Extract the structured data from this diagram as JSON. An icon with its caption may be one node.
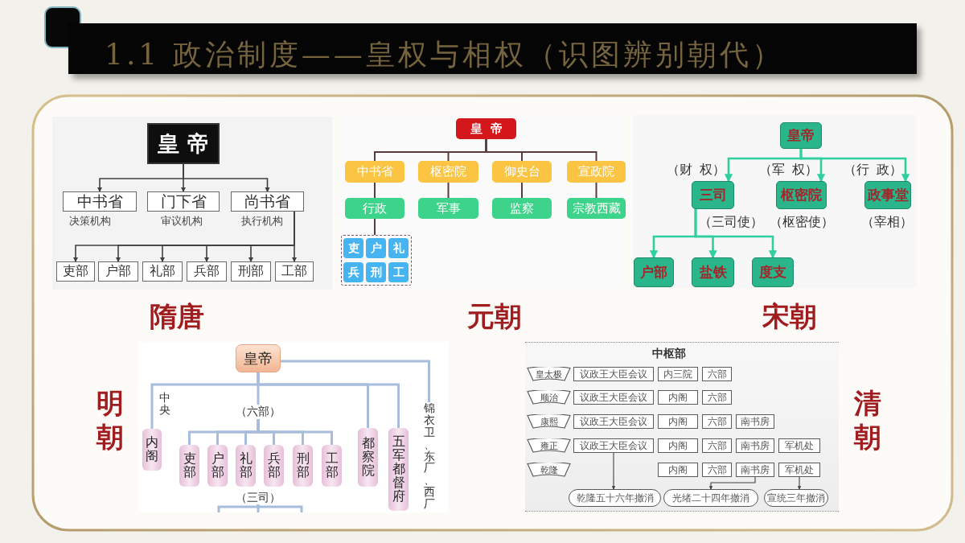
{
  "diagram": {
    "title": "1.1 政治制度——皇权与相权（识图辨别朝代）",
    "nodes": [
      {
        "text": [],
        "shape": "box",
        "beside": [
          "隋唐"
        ]
      },
      {
        "text": [
          "皇帝"
        ],
        "in": 0
      },
      {
        "text": [
          "中书省"
        ],
        "in": 0,
        "beside": [
          "决策机构"
        ]
      },
      {
        "text": [
          "门下省"
        ],
        "in": 0,
        "beside": [
          "审议机构"
        ]
      },
      {
        "text": [
          "尚书省"
        ],
        "in": 0,
        "beside": [
          "执行机构"
        ]
      },
      {
        "text": [
          "吏部"
        ],
        "in": 0
      },
      {
        "text": [
          "户部"
        ],
        "in": 0
      },
      {
        "text": [
          "礼部"
        ],
        "in": 0
      },
      {
        "text": [
          "兵部"
        ],
        "in": 0
      },
      {
        "text": [
          "刑部"
        ],
        "in": 0
      },
      {
        "text": [
          "工部"
        ],
        "in": 0
      },
      {
        "text": [],
        "shape": "box",
        "beside": [
          "元朝"
        ]
      },
      {
        "text": [
          "皇帝"
        ],
        "in": 11
      },
      {
        "text": [
          "中书省"
        ],
        "in": 11
      },
      {
        "text": [
          "枢密院"
        ],
        "in": 11
      },
      {
        "text": [
          "御史台"
        ],
        "in": 11
      },
      {
        "text": [
          "宣政院"
        ],
        "in": 11
      },
      {
        "text": [
          "行政"
        ],
        "in": 11
      },
      {
        "text": [
          "军事"
        ],
        "in": 11
      },
      {
        "text": [
          "监察"
        ],
        "in": 11
      },
      {
        "text": [
          "宗教西藏"
        ],
        "in": 11
      },
      {
        "text": [],
        "shape": "box",
        "in": 11
      },
      {
        "text": [
          "吏"
        ],
        "in": 21
      },
      {
        "text": [
          "户"
        ],
        "in": 21
      },
      {
        "text": [
          "礼"
        ],
        "in": 21
      },
      {
        "text": [
          "兵"
        ],
        "in": 21
      },
      {
        "text": [
          "刑"
        ],
        "in": 21
      },
      {
        "text": [
          "工"
        ],
        "in": 21
      },
      {
        "text": [],
        "shape": "box",
        "beside": [
          "宋朝"
        ]
      },
      {
        "text": [
          "皇帝"
        ],
        "in": 28
      },
      {
        "text": [
          "三司"
        ],
        "in": 28,
        "beside": [
          "（财 权）",
          "（三司使）"
        ]
      },
      {
        "text": [
          "枢密院"
        ],
        "in": 28,
        "beside": [
          "（军 权）",
          "（枢密使）"
        ]
      },
      {
        "text": [
          "政事堂"
        ],
        "in": 28,
        "beside": [
          "（行 政）",
          "（宰相）"
        ]
      },
      {
        "text": [
          "户部"
        ],
        "in": 28
      },
      {
        "text": [
          "盐铁"
        ],
        "in": 28
      },
      {
        "text": [
          "度支"
        ],
        "in": 28
      },
      {
        "text": [],
        "shape": "box",
        "beside": [
          "明朝"
        ]
      },
      {
        "text": [
          "皇帝"
        ],
        "in": 36
      },
      {
        "text": [
          "内阁"
        ],
        "in": 36
      },
      {
        "text": [
          "（六部）"
        ],
        "in": 36
      },
      {
        "text": [
          "吏部"
        ],
        "in": 36
      },
      {
        "text": [
          "户部"
        ],
        "in": 36
      },
      {
        "text": [
          "礼部"
        ],
        "in": 36
      },
      {
        "text": [
          "兵部"
        ],
        "in": 36
      },
      {
        "text": [
          "刑部"
        ],
        "in": 36
      },
      {
        "text": [
          "工部"
        ],
        "in": 36
      },
      {
        "text": [
          "都察院"
        ],
        "in": 36
      },
      {
        "text": [
          "五军都督府"
        ],
        "in": 36
      },
      {
        "text": [
          "锦衣卫、东厂、西厂"
        ],
        "in": 36
      },
      {
        "text": [
          "（三司）"
        ],
        "in": 36
      },
      {
        "text": [],
        "shape": "box",
        "beside": [
          "清朝"
        ]
      },
      {
        "text": [
          "皇太极"
        ],
        "in": 50
      },
      {
        "text": [
          "议政王大臣会议"
        ],
        "in": 50
      },
      {
        "text": [
          "内三院"
        ],
        "in": 50
      },
      {
        "text": [
          "六部"
        ],
        "in": 50
      },
      {
        "text": [
          "顺治"
        ],
        "in": 50
      },
      {
        "text": [
          "议政王大臣会议"
        ],
        "in": 50
      },
      {
        "text": [
          "内阁"
        ],
        "in": 50
      },
      {
        "text": [
          "六部"
        ],
        "in": 50
      },
      {
        "text": [
          "康熙"
        ],
        "in": 50
      },
      {
        "text": [
          "议政王大臣会议"
        ],
        "in": 50
      },
      {
        "text": [
          "内阁"
        ],
        "in": 50
      },
      {
        "text": [
          "六部"
        ],
        "in": 50
      },
      {
        "text": [
          "南书房"
        ],
        "in": 50
      },
      {
        "text": [
          "雍正"
        ],
        "in": 50
      },
      {
        "text": [
          "议政王大臣会议"
        ],
        "in": 50
      },
      {
        "text": [
          "内阁"
        ],
        "in": 50
      },
      {
        "text": [
          "六部"
        ],
        "in": 50
      },
      {
        "text": [
          "南书房"
        ],
        "in": 50
      },
      {
        "text": [
          "军机处"
        ],
        "in": 50
      },
      {
        "text": [
          "乾隆"
        ],
        "in": 50
      },
      {
        "text": [
          "内阁"
        ],
        "in": 50
      },
      {
        "text": [
          "六部"
        ],
        "in": 50
      },
      {
        "text": [
          "南书房"
        ],
        "in": 50
      },
      {
        "text": [
          "军机处"
        ],
        "in": 50
      },
      {
        "text": [
          "乾隆五十六年撤消"
        ],
        "in": 50
      },
      {
        "text": [
          "光绪二十四年撤消"
        ],
        "in": 50
      },
      {
        "text": [
          "宣统三年撤消"
        ],
        "in": 50
      }
    ],
    "edges": [
      {
        "from": 1,
        "to": 2,
        "arrow": "to",
        "color": "#404040"
      },
      {
        "from": 1,
        "to": 3,
        "arrow": "to",
        "color": "#404040"
      },
      {
        "from": 1,
        "to": 4,
        "arrow": "to",
        "color": "#404040"
      },
      {
        "from": 4,
        "to": 5,
        "arrow": "to",
        "color": "#404040"
      },
      {
        "from": 4,
        "to": 6,
        "arrow": "to",
        "color": "#404040"
      },
      {
        "from": 4,
        "to": 7,
        "arrow": "to",
        "color": "#404040"
      },
      {
        "from": 4,
        "to": 8,
        "arrow": "to",
        "color": "#404040"
      },
      {
        "from": 4,
        "to": 9,
        "arrow": "to",
        "color": "#404040"
      },
      {
        "from": 4,
        "to": 10,
        "arrow": "to",
        "color": "#404040"
      },
      {
        "from": 12,
        "to": 13,
        "arrow": "none",
        "color": "#5a3b3b"
      },
      {
        "from": 12,
        "to": 14,
        "arrow": "none",
        "color": "#5a3b3b"
      },
      {
        "from": 12,
        "to": 15,
        "arrow": "none",
        "color": "#5a3b3b"
      },
      {
        "from": 12,
        "to": 16,
        "arrow": "none",
        "color": "#5a3b3b"
      },
      {
        "from": 13,
        "to": 17,
        "arrow": "none",
        "color": "#5a3b3b"
      },
      {
        "from": 14,
        "to": 18,
        "arrow": "none",
        "color": "#5a3b3b"
      },
      {
        "from": 15,
        "to": 19,
        "arrow": "none",
        "color": "#5a3b3b"
      },
      {
        "from": 16,
        "to": 20,
        "arrow": "none",
        "color": "#5a3b3b"
      },
      {
        "from": 17,
        "to": 21,
        "arrow": "none",
        "color": "#5a3b3b"
      },
      {
        "from": 29,
        "to": 30,
        "arrow": "to",
        "color": "#2fcf9f"
      },
      {
        "from": 29,
        "to": 31,
        "arrow": "to",
        "color": "#2fcf9f"
      },
      {
        "from": 29,
        "to": 32,
        "arrow": "to",
        "color": "#2fcf9f"
      },
      {
        "from": 30,
        "to": 33,
        "arrow": "to",
        "color": "#2fcf9f"
      },
      {
        "from": 30,
        "to": 34,
        "arrow": "to",
        "color": "#2fcf9f"
      },
      {
        "from": 30,
        "to": 35,
        "arrow": "to",
        "color": "#2fcf9f"
      },
      {
        "from": 37,
        "to": 38,
        "arrow": "none"
      },
      {
        "from": 37,
        "to": 39,
        "arrow": "none"
      },
      {
        "from": 37,
        "to": 46,
        "arrow": "none"
      },
      {
        "from": 37,
        "to": 47,
        "arrow": "none"
      },
      {
        "from": 37,
        "to": 48,
        "arrow": "none"
      },
      {
        "from": 39,
        "to": 40,
        "arrow": "none"
      },
      {
        "from": 39,
        "to": 41,
        "arrow": "none"
      },
      {
        "from": 39,
        "to": 42,
        "arrow": "none"
      },
      {
        "from": 39,
        "to": 43,
        "arrow": "none"
      },
      {
        "from": 39,
        "to": 44,
        "arrow": "none"
      },
      {
        "from": 39,
        "to": 45,
        "arrow": "none"
      },
      {
        "from": 49,
        "to": null,
        "arrow": "none"
      },
      {
        "from": 49,
        "to": null,
        "arrow": "none"
      },
      {
        "from": 49,
        "to": null,
        "arrow": "none"
      },
      {
        "from": 65,
        "to": 75,
        "arrow": "to",
        "color": "#404040"
      },
      {
        "from": 73,
        "to": 76,
        "arrow": "to",
        "color": "#404040"
      },
      {
        "from": 74,
        "to": 77,
        "arrow": "to",
        "color": "#404040"
      }
    ],
    "labels": [
      "中央",
      "中枢部"
    ]
  }
}
